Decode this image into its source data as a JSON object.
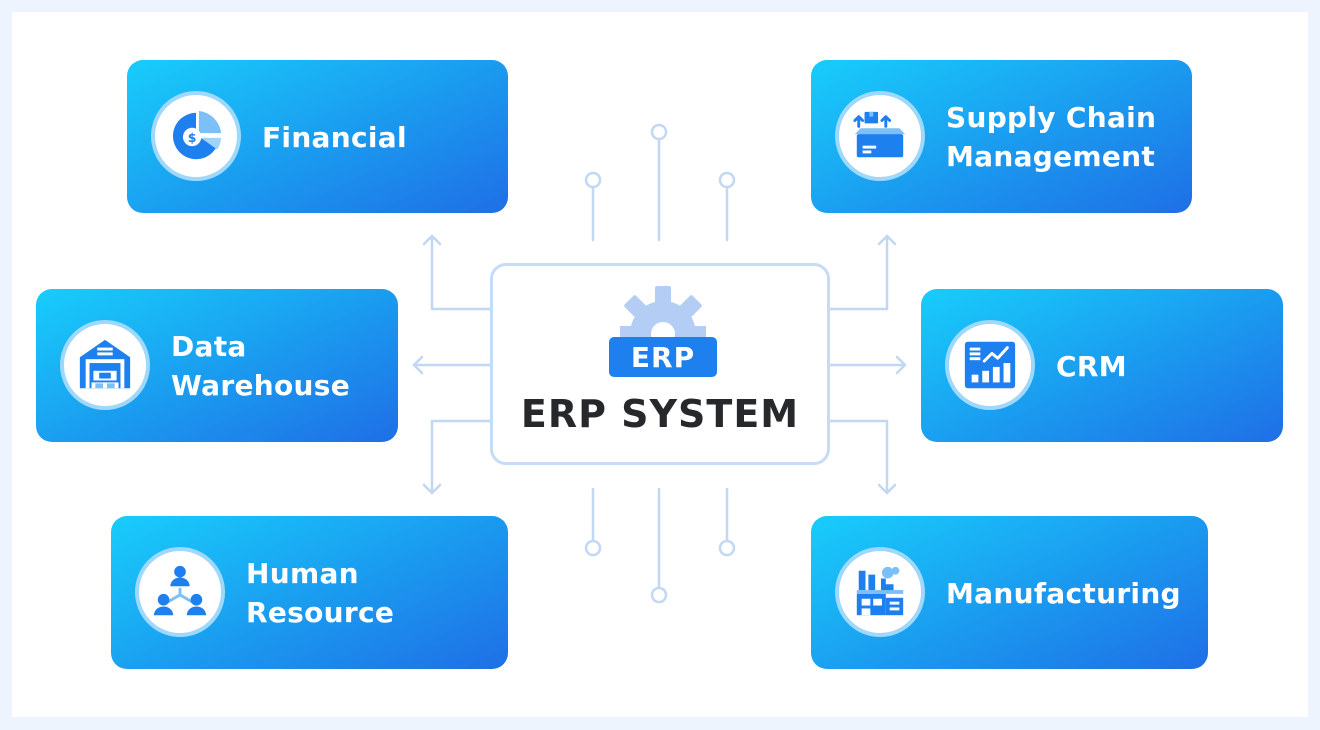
{
  "center": {
    "badge": "ERP",
    "title": "ERP SYSTEM"
  },
  "modules": {
    "financial": [
      "Financial"
    ],
    "supply_chain": [
      "Supply Chain",
      "Management"
    ],
    "data_warehouse": [
      "Data",
      "Warehouse"
    ],
    "crm": [
      "CRM"
    ],
    "human_resource": [
      "Human",
      "Resource"
    ],
    "manufacturing": [
      "Manufacturing"
    ]
  },
  "icons": {
    "financial": "financial-pie-dollar-icon",
    "supply_chain": "supply-box-icon",
    "data_warehouse": "warehouse-icon",
    "crm": "crm-dashboard-icon",
    "human_resource": "team-hierarchy-icon",
    "manufacturing": "factory-icon"
  },
  "colors": {
    "card_gradient_start": "#18cdfb",
    "card_gradient_end": "#1f6fe6",
    "connector": "#c2d7f3",
    "icon_blue": "#1e7fee",
    "center_title": "#27282c"
  }
}
